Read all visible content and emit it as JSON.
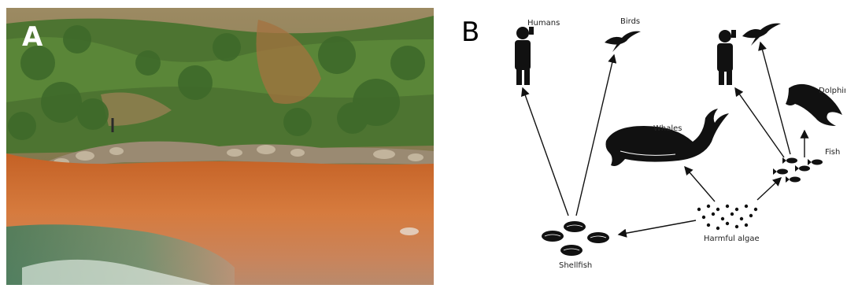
{
  "panels": {
    "a": {
      "label": "A"
    },
    "b": {
      "label": "B"
    }
  },
  "food_web": {
    "left_nodes": {
      "humans": "Humans",
      "birds": "Birds",
      "shellfish": "Shellfish"
    },
    "right_nodes": {
      "whales": "Whales",
      "dolphins": "Dolphins",
      "fish": "Fish",
      "harmful_algae": "Harmful algae"
    }
  },
  "colors": {
    "water_red": "#c86a2e",
    "hillside_green": "#4f7a32",
    "ink": "#111111"
  }
}
